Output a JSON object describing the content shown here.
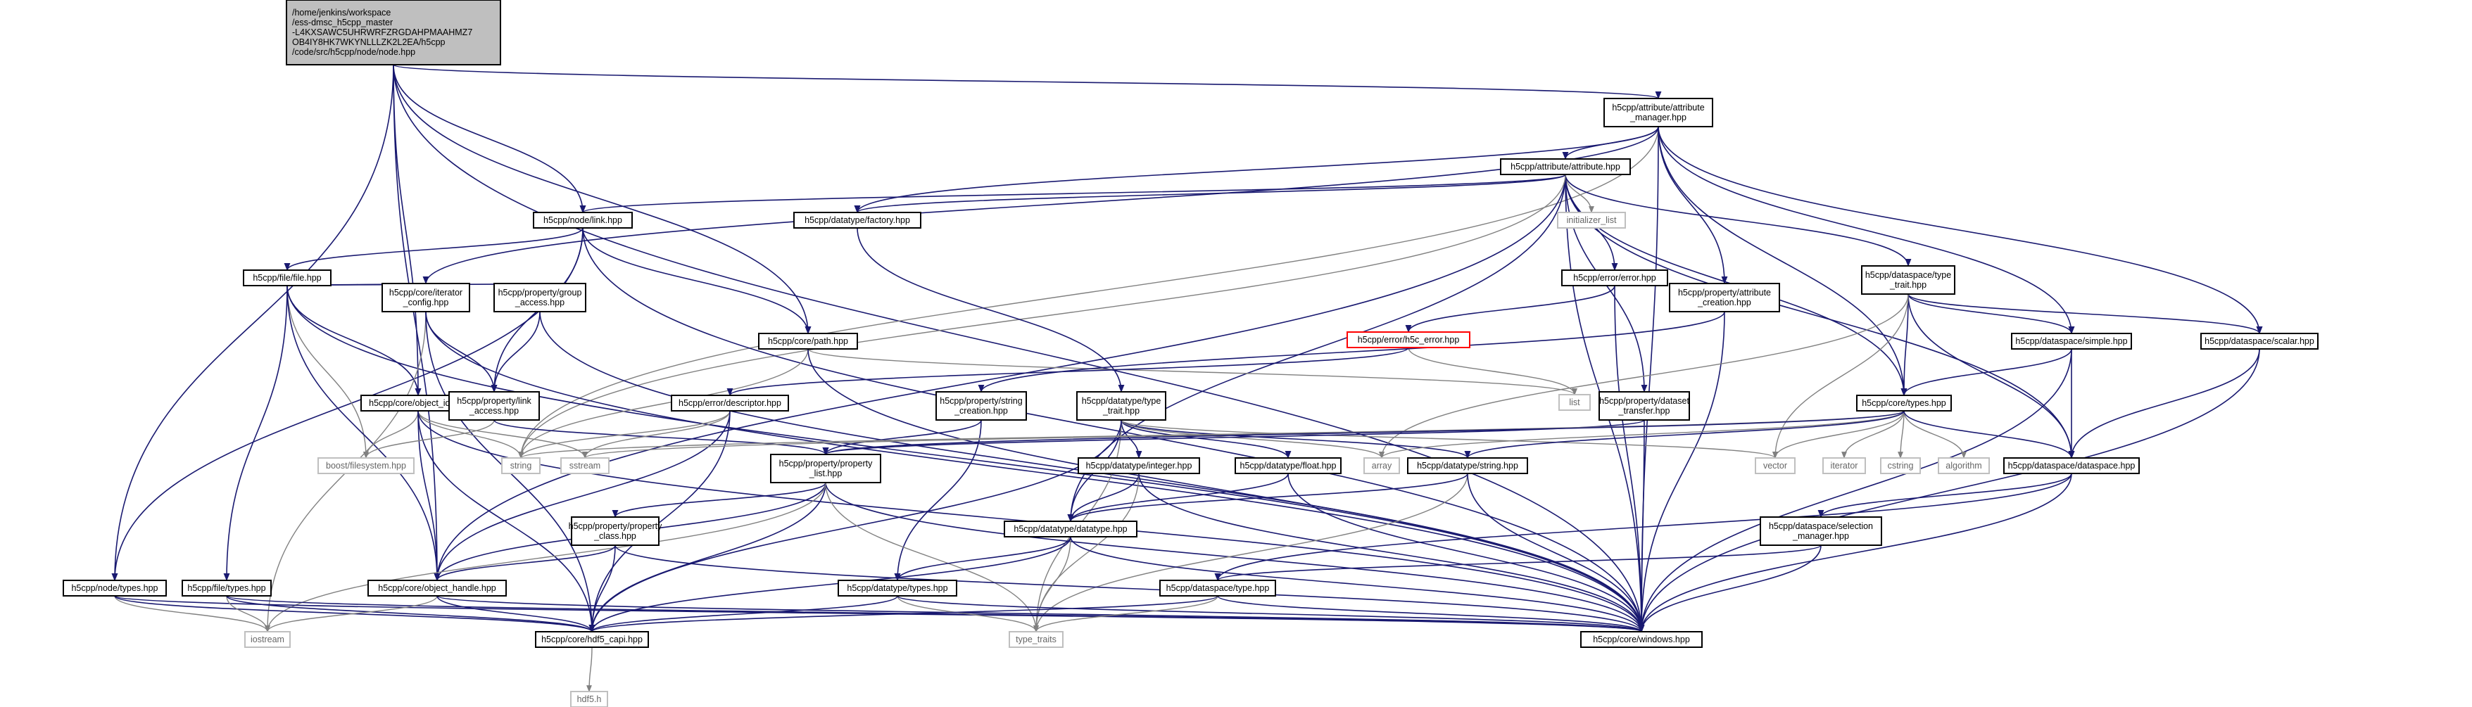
{
  "diagram": {
    "nodes": [
      {
        "id": "root",
        "kind": "root",
        "lines": [
          "/home/jenkins/workspace",
          "/ess-dmsc_h5cpp_master",
          "-L4KXSAWC5UHRWRFZRGDAHPMAAHMZ7",
          "OB4IY8HK7WKYNLLLZK2L2EA/h5cpp",
          "/code/src/h5cpp/node/node.hpp"
        ]
      },
      {
        "id": "attr_mgr",
        "kind": "normal",
        "lines": [
          "h5cpp/attribute/attribute",
          "_manager.hpp"
        ]
      },
      {
        "id": "attr",
        "kind": "normal",
        "lines": [
          "h5cpp/attribute/attribute.hpp"
        ]
      },
      {
        "id": "link",
        "kind": "normal",
        "lines": [
          "h5cpp/node/link.hpp"
        ]
      },
      {
        "id": "factory",
        "kind": "normal",
        "lines": [
          "h5cpp/datatype/factory.hpp"
        ]
      },
      {
        "id": "init_list",
        "kind": "sys",
        "lines": [
          "initializer_list"
        ]
      },
      {
        "id": "file",
        "kind": "normal",
        "lines": [
          "h5cpp/file/file.hpp"
        ]
      },
      {
        "id": "iter_cfg",
        "kind": "normal",
        "lines": [
          "h5cpp/core/iterator",
          "_config.hpp"
        ]
      },
      {
        "id": "group_access",
        "kind": "normal",
        "lines": [
          "h5cpp/property/group",
          "_access.hpp"
        ]
      },
      {
        "id": "path",
        "kind": "normal",
        "lines": [
          "h5cpp/core/path.hpp"
        ]
      },
      {
        "id": "error",
        "kind": "normal",
        "lines": [
          "h5cpp/error/error.hpp"
        ]
      },
      {
        "id": "h5c_error",
        "kind": "red",
        "lines": [
          "h5cpp/error/h5c_error.hpp"
        ]
      },
      {
        "id": "attr_creation",
        "kind": "normal",
        "lines": [
          "h5cpp/property/attribute",
          "_creation.hpp"
        ]
      },
      {
        "id": "ds_type_trait",
        "kind": "normal",
        "lines": [
          "h5cpp/dataspace/type",
          "_trait.hpp"
        ]
      },
      {
        "id": "ds_simple",
        "kind": "normal",
        "lines": [
          "h5cpp/dataspace/simple.hpp"
        ]
      },
      {
        "id": "ds_scalar",
        "kind": "normal",
        "lines": [
          "h5cpp/dataspace/scalar.hpp"
        ]
      },
      {
        "id": "object_id",
        "kind": "normal",
        "lines": [
          "h5cpp/core/object_id.hpp"
        ]
      },
      {
        "id": "link_access",
        "kind": "normal",
        "lines": [
          "h5cpp/property/link",
          "_access.hpp"
        ]
      },
      {
        "id": "descriptor",
        "kind": "normal",
        "lines": [
          "h5cpp/error/descriptor.hpp"
        ]
      },
      {
        "id": "string_creation",
        "kind": "normal",
        "lines": [
          "h5cpp/property/string",
          "_creation.hpp"
        ]
      },
      {
        "id": "dt_type_trait",
        "kind": "normal",
        "lines": [
          "h5cpp/datatype/type",
          "_trait.hpp"
        ]
      },
      {
        "id": "list",
        "kind": "sys",
        "lines": [
          "list"
        ]
      },
      {
        "id": "dataset_transfer",
        "kind": "normal",
        "lines": [
          "h5cpp/property/dataset",
          "_transfer.hpp"
        ]
      },
      {
        "id": "core_types",
        "kind": "normal",
        "lines": [
          "h5cpp/core/types.hpp"
        ]
      },
      {
        "id": "boost_fs",
        "kind": "sys",
        "lines": [
          "boost/filesystem.hpp"
        ]
      },
      {
        "id": "string",
        "kind": "sys",
        "lines": [
          "string"
        ]
      },
      {
        "id": "sstream",
        "kind": "sys",
        "lines": [
          "sstream"
        ]
      },
      {
        "id": "property_list",
        "kind": "normal",
        "lines": [
          "h5cpp/property/property",
          "_list.hpp"
        ]
      },
      {
        "id": "dt_integer",
        "kind": "normal",
        "lines": [
          "h5cpp/datatype/integer.hpp"
        ]
      },
      {
        "id": "dt_float",
        "kind": "normal",
        "lines": [
          "h5cpp/datatype/float.hpp"
        ]
      },
      {
        "id": "array",
        "kind": "sys",
        "lines": [
          "array"
        ]
      },
      {
        "id": "dt_string",
        "kind": "normal",
        "lines": [
          "h5cpp/datatype/string.hpp"
        ]
      },
      {
        "id": "vector",
        "kind": "sys",
        "lines": [
          "vector"
        ]
      },
      {
        "id": "iterator",
        "kind": "sys",
        "lines": [
          "iterator"
        ]
      },
      {
        "id": "cstring",
        "kind": "sys",
        "lines": [
          "cstring"
        ]
      },
      {
        "id": "algorithm",
        "kind": "sys",
        "lines": [
          "algorithm"
        ]
      },
      {
        "id": "ds_dataspace",
        "kind": "normal",
        "lines": [
          "h5cpp/dataspace/dataspace.hpp"
        ]
      },
      {
        "id": "property_class",
        "kind": "normal",
        "lines": [
          "h5cpp/property/property",
          "_class.hpp"
        ]
      },
      {
        "id": "dt_datatype",
        "kind": "normal",
        "lines": [
          "h5cpp/datatype/datatype.hpp"
        ]
      },
      {
        "id": "selection_mgr",
        "kind": "normal",
        "lines": [
          "h5cpp/dataspace/selection",
          "_manager.hpp"
        ]
      },
      {
        "id": "node_types",
        "kind": "normal",
        "lines": [
          "h5cpp/node/types.hpp"
        ]
      },
      {
        "id": "file_types",
        "kind": "normal",
        "lines": [
          "h5cpp/file/types.hpp"
        ]
      },
      {
        "id": "object_handle",
        "kind": "normal",
        "lines": [
          "h5cpp/core/object_handle.hpp"
        ]
      },
      {
        "id": "dt_types",
        "kind": "normal",
        "lines": [
          "h5cpp/datatype/types.hpp"
        ]
      },
      {
        "id": "ds_type",
        "kind": "normal",
        "lines": [
          "h5cpp/dataspace/type.hpp"
        ]
      },
      {
        "id": "iostream",
        "kind": "sys",
        "lines": [
          "iostream"
        ]
      },
      {
        "id": "hdf5_capi",
        "kind": "normal",
        "lines": [
          "h5cpp/core/hdf5_capi.hpp"
        ]
      },
      {
        "id": "type_traits",
        "kind": "sys",
        "lines": [
          "type_traits"
        ]
      },
      {
        "id": "windows",
        "kind": "normal",
        "lines": [
          "h5cpp/core/windows.hpp"
        ]
      },
      {
        "id": "hdf5_h",
        "kind": "sys",
        "lines": [
          "hdf5.h"
        ]
      }
    ]
  }
}
